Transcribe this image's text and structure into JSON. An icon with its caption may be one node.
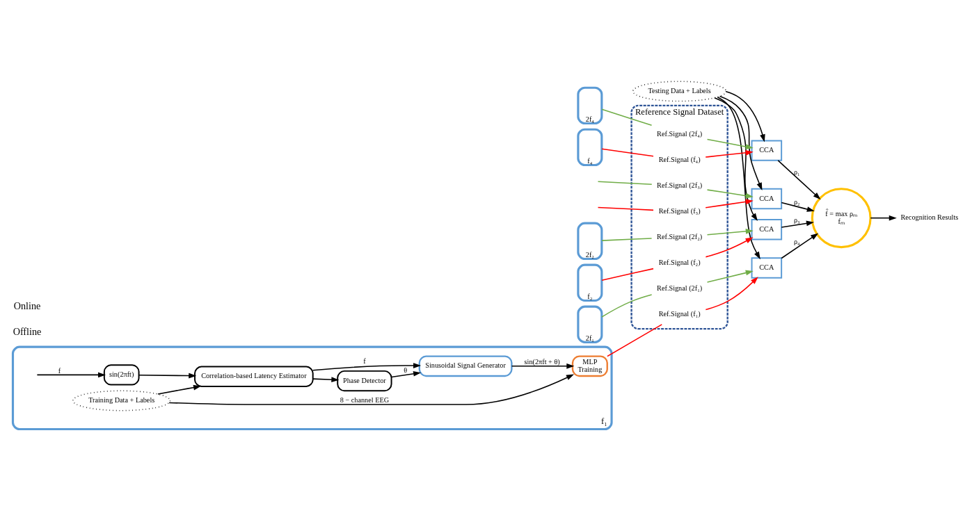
{
  "diagram": {
    "nodes": [
      {
        "text": [
          "2f₄"
        ]
      },
      {
        "text": [
          "f₄"
        ]
      },
      {
        "text": [
          "2f₂"
        ]
      },
      {
        "text": [
          "f₂"
        ]
      },
      {
        "text": [
          "2f₁"
        ]
      },
      {
        "text": [
          "f₁"
        ]
      },
      {
        "text": [
          "Training Data + Labels"
        ],
        "in": 5
      },
      {
        "text": [
          "Correlation-based Latency Estimator"
        ],
        "in": 5
      },
      {
        "text": [
          "sin(2πft)"
        ],
        "in": 5
      },
      {
        "text": [
          "Phase Detector"
        ],
        "in": 5
      },
      {
        "text": [
          "Sinusoidal Signal Generator"
        ],
        "in": 5
      },
      {
        "text": [
          "MLP",
          "Training"
        ],
        "in": 5
      },
      {
        "text": [
          "Testing Data + Labels"
        ]
      },
      {
        "text": [
          "Reference Signal Dataset"
        ]
      },
      {
        "text": [
          "Ref.Signal (2f₄)"
        ],
        "in": 13
      },
      {
        "text": [
          "Ref.Signal (f₄)"
        ],
        "in": 13
      },
      {
        "text": [
          "Ref.Signal (2f₃)"
        ],
        "in": 13
      },
      {
        "text": [
          "Ref.Signal (f₃)"
        ],
        "in": 13
      },
      {
        "text": [
          "Ref.Signal (2f₂)"
        ],
        "in": 13
      },
      {
        "text": [
          "Ref.Signal (f₂)"
        ],
        "in": 13
      },
      {
        "text": [
          "Ref.Signal (2f₁)"
        ],
        "in": 13
      },
      {
        "text": [
          "Ref.Signal (f₁)"
        ],
        "in": 13
      },
      {
        "text": [
          "CCA"
        ]
      },
      {
        "text": [
          "CCA"
        ]
      },
      {
        "text": [
          "CCA"
        ]
      },
      {
        "text": [
          "CCA"
        ]
      },
      {
        "text": [
          "f̂ = max ρₘ",
          "fₘ"
        ]
      },
      {
        "text": [
          "Recognition Results"
        ]
      }
    ],
    "edges": [
      {
        "from": 6,
        "to": 7,
        "arrow": "to"
      },
      {
        "from": 6,
        "to": 11,
        "arrow": "to",
        "label": "8 − channel EEG"
      },
      {
        "from": null,
        "to": 8,
        "arrow": "to",
        "label": "f"
      },
      {
        "from": 8,
        "to": 7,
        "arrow": "to"
      },
      {
        "from": 7,
        "to": 9,
        "arrow": "to"
      },
      {
        "from": 7,
        "to": 10,
        "arrow": "to",
        "label": "f"
      },
      {
        "from": 9,
        "to": 10,
        "arrow": "to",
        "label": "θ"
      },
      {
        "from": 10,
        "to": 11,
        "arrow": "to",
        "label": "sin(2πft + θ)"
      },
      {
        "from": 0,
        "to": 14,
        "arrow": "none",
        "color": "#70ad47"
      },
      {
        "from": 14,
        "to": 22,
        "arrow": "to",
        "color": "#70ad47"
      },
      {
        "from": 1,
        "to": 15,
        "arrow": "none",
        "color": "#ff0000"
      },
      {
        "from": 15,
        "to": 22,
        "arrow": "to",
        "color": "#ff0000"
      },
      {
        "from": null,
        "to": 16,
        "arrow": "none",
        "color": "#70ad47"
      },
      {
        "from": 16,
        "to": 23,
        "arrow": "to",
        "color": "#70ad47"
      },
      {
        "from": null,
        "to": 17,
        "arrow": "none",
        "color": "#ff0000"
      },
      {
        "from": 17,
        "to": 23,
        "arrow": "to",
        "color": "#ff0000"
      },
      {
        "from": 2,
        "to": 18,
        "arrow": "none",
        "color": "#70ad47"
      },
      {
        "from": 18,
        "to": 24,
        "arrow": "to",
        "color": "#70ad47"
      },
      {
        "from": 3,
        "to": 19,
        "arrow": "none",
        "color": "#ff0000"
      },
      {
        "from": 19,
        "to": 24,
        "arrow": "to",
        "color": "#ff0000"
      },
      {
        "from": 4,
        "to": 20,
        "arrow": "none",
        "color": "#70ad47"
      },
      {
        "from": 20,
        "to": 25,
        "arrow": "to",
        "color": "#70ad47"
      },
      {
        "from": 11,
        "to": 21,
        "arrow": "none",
        "color": "#ff0000"
      },
      {
        "from": 21,
        "to": 25,
        "arrow": "to",
        "color": "#ff0000"
      },
      {
        "from": 12,
        "to": 22,
        "arrow": "to"
      },
      {
        "from": 12,
        "to": 23,
        "arrow": "to"
      },
      {
        "from": 12,
        "to": 24,
        "arrow": "to"
      },
      {
        "from": 12,
        "to": 25,
        "arrow": "to"
      },
      {
        "from": 22,
        "to": 26,
        "arrow": "to",
        "label": "ρ₁"
      },
      {
        "from": 23,
        "to": 26,
        "arrow": "to",
        "label": "ρ₂"
      },
      {
        "from": 24,
        "to": 26,
        "arrow": "to",
        "label": "ρ₃"
      },
      {
        "from": 25,
        "to": 26,
        "arrow": "to",
        "label": "ρ₄"
      },
      {
        "from": 26,
        "to": 27,
        "arrow": "to"
      }
    ],
    "labels": [
      "Offline",
      "Online"
    ]
  }
}
